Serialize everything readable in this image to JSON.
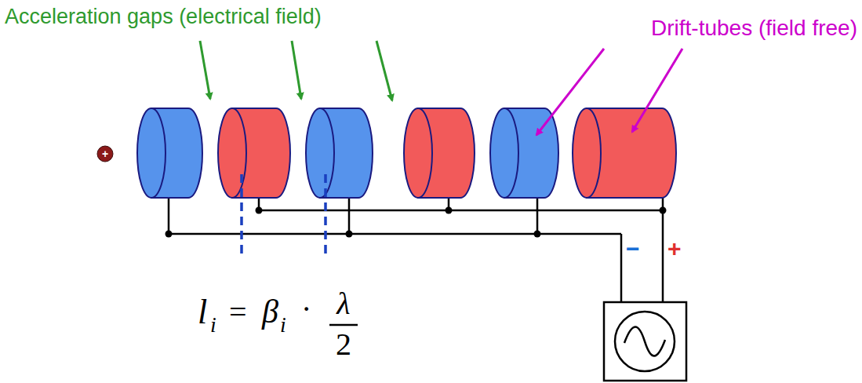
{
  "diagram": {
    "labels": [
      "Acceleration gaps (electrical field)",
      "Drift-tubes (field free)",
      "+",
      "l",
      "i",
      "=",
      "β",
      "i",
      "·",
      "λ",
      "2",
      "−",
      "+"
    ]
  }
}
